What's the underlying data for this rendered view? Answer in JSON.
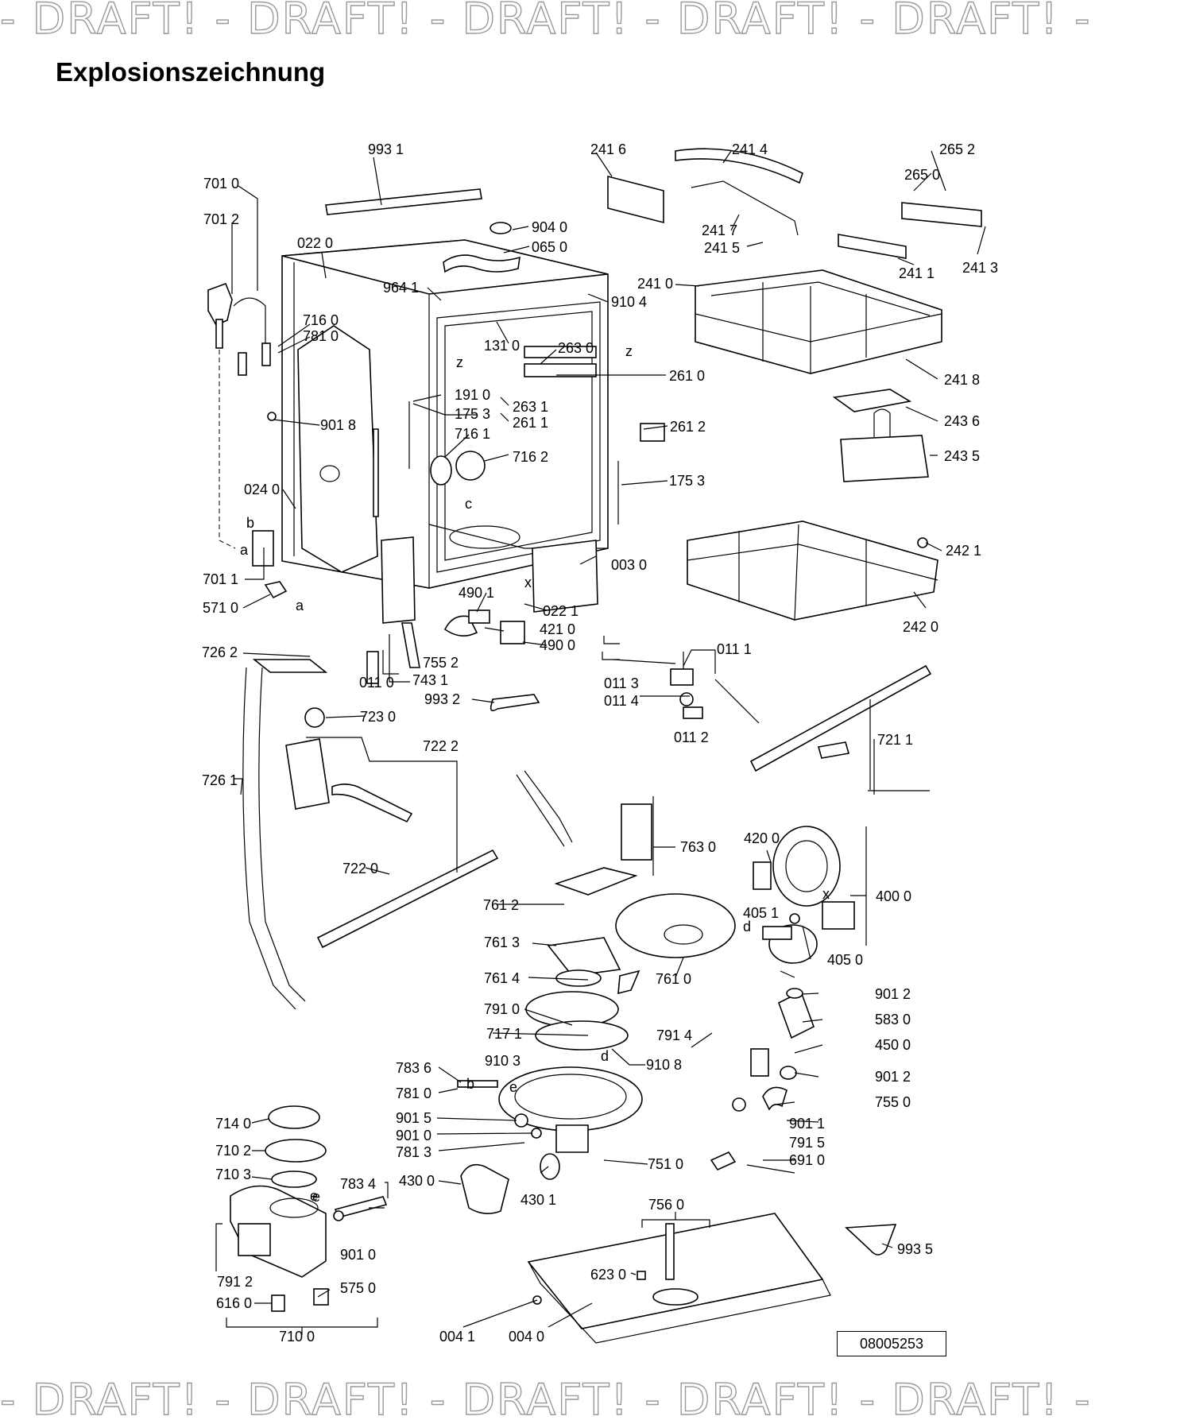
{
  "watermark": "- DRAFT! - DRAFT! - DRAFT! - DRAFT! - DRAFT! -",
  "title": "Explosionszeichnung",
  "document_number": "08005253",
  "part_labels": [
    "993 1",
    "701 0",
    "701 2",
    "022 0",
    "904 0",
    "065 0",
    "964 1",
    "910 4",
    "716 0",
    "781 0",
    "131 0",
    "263 0",
    "261 0",
    "191 0",
    "263 1",
    "261 1",
    "175 3",
    "901 8",
    "716 1",
    "716 2",
    "261 2",
    "175 3",
    "024 0",
    "003 0",
    "701 1",
    "571 0",
    "490 1",
    "421 0",
    "490 0",
    "022 1",
    "726 2",
    "011 0",
    "755 2",
    "743 1",
    "993 2",
    "723 0",
    "241 6",
    "241 4",
    "265 2",
    "265 0",
    "241 7",
    "241 5",
    "241 1",
    "241 3",
    "241 0",
    "241 8",
    "243 6",
    "243 5",
    "242 1",
    "242 0",
    "011 1",
    "011 3",
    "011 4",
    "011 2",
    "721 1",
    "722 2",
    "726 1",
    "722 0",
    "763 0",
    "420 0",
    "400 0",
    "761 2",
    "405 1",
    "405 0",
    "761 3",
    "761 0",
    "761 4",
    "791 0",
    "901 2",
    "717 1",
    "791 4",
    "583 0",
    "450 0",
    "910 3",
    "910 8",
    "783 6",
    "901 2",
    "781 0",
    "755 0",
    "901 5",
    "901 1",
    "901 0",
    "791 5",
    "781 3",
    "691 0",
    "751 0",
    "714 0",
    "710 2",
    "710 3",
    "783 4",
    "430 0",
    "430 1",
    "756 0",
    "993 5",
    "901 0",
    "623 0",
    "791 2",
    "575 0",
    "616 0",
    "710 0",
    "004 1",
    "004 0"
  ],
  "letters": [
    "b",
    "a",
    "a",
    "c",
    "x",
    "z",
    "z",
    "e",
    "d",
    "d",
    "x",
    "e",
    "b",
    "e"
  ]
}
